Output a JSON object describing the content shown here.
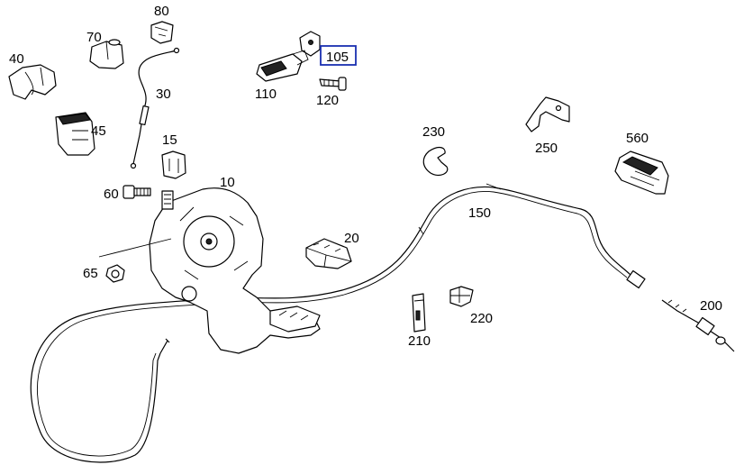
{
  "diagram": {
    "highlighted_part": "105",
    "parts": [
      {
        "id": "p10",
        "label": "10"
      },
      {
        "id": "p15",
        "label": "15"
      },
      {
        "id": "p20",
        "label": "20"
      },
      {
        "id": "p30",
        "label": "30"
      },
      {
        "id": "p40",
        "label": "40"
      },
      {
        "id": "p45",
        "label": "45"
      },
      {
        "id": "p60",
        "label": "60"
      },
      {
        "id": "p65",
        "label": "65"
      },
      {
        "id": "p70",
        "label": "70"
      },
      {
        "id": "p80",
        "label": "80"
      },
      {
        "id": "p105",
        "label": "105"
      },
      {
        "id": "p110",
        "label": "110"
      },
      {
        "id": "p120",
        "label": "120"
      },
      {
        "id": "p150",
        "label": "150"
      },
      {
        "id": "p200",
        "label": "200"
      },
      {
        "id": "p210",
        "label": "210"
      },
      {
        "id": "p220",
        "label": "220"
      },
      {
        "id": "p230",
        "label": "230"
      },
      {
        "id": "p250",
        "label": "250"
      },
      {
        "id": "p560",
        "label": "560"
      }
    ],
    "colors": {
      "line": "#000000",
      "highlight": "#1a2fb0",
      "background": "#ffffff"
    }
  }
}
